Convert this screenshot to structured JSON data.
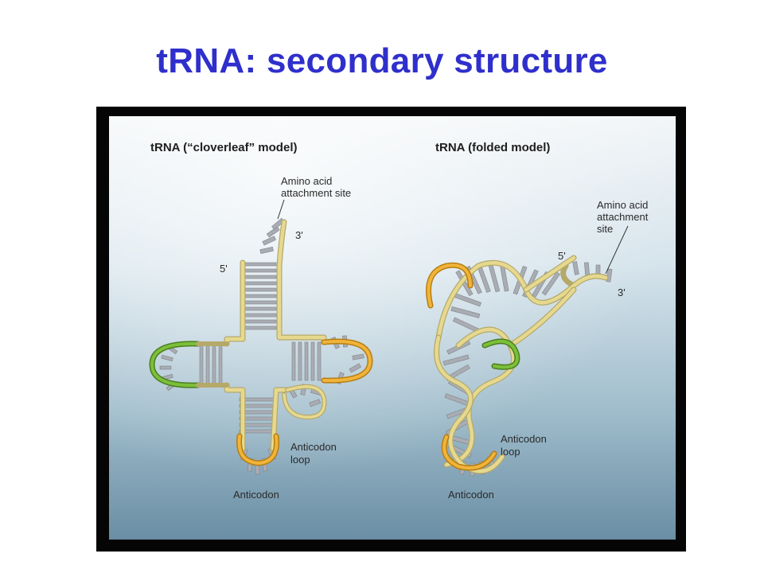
{
  "title": "tRNA: secondary structure",
  "panels": [
    {
      "title": "tRNA (“cloverleaf” model)"
    },
    {
      "title": "tRNA (folded model)"
    }
  ],
  "labels": {
    "amino_line1": "Amino acid",
    "amino_line2": "attachment site",
    "three_prime": "3'",
    "five_prime": "5'",
    "anticodon_loop_1": "Anticodon",
    "anticodon_loop_2": "loop",
    "anticodon": "Anticodon",
    "f_amino_1": "Amino acid",
    "f_amino_2": "attachment",
    "f_amino_3": "site",
    "f_five_prime": "5'",
    "f_three_prime": "3'",
    "f_anticodon_loop_1": "Anticodon",
    "f_anticodon_loop_2": "loop",
    "f_anticodon": "Anticodon"
  },
  "colors": {
    "title": "#2f2fcc",
    "backbone": "#d9cc7a",
    "bases": "#a9adb3",
    "loop_green": "#5a9a2a",
    "loop_orange": "#e0a020",
    "frame": "#050505"
  }
}
